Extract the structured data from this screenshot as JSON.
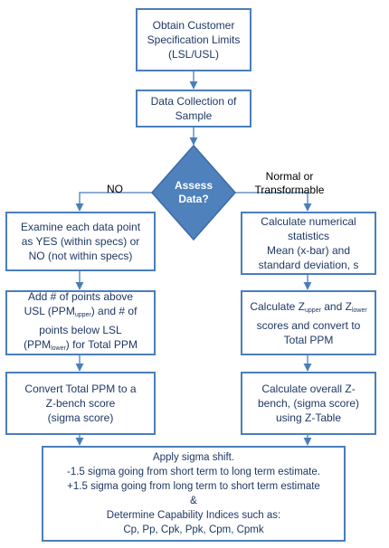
{
  "nodes": {
    "obtain_limits": [
      "Obtain Customer",
      "Specification Limits",
      "(LSL/USL)"
    ],
    "data_collection": [
      "Data Collection of",
      "Sample"
    ],
    "assess_data": [
      "Assess",
      "Data?"
    ],
    "examine_points": [
      "Examine each data point",
      "as YES (within specs) or",
      "NO (not within specs)"
    ],
    "calc_stats": [
      "Calculate numerical",
      "statistics",
      "Mean (x-bar) and",
      "standard deviation, s"
    ],
    "add_points": {
      "line1": "Add # of points above",
      "line2_pre": "USL (PPM",
      "line2_sub": "upper",
      "line2_post": ") and # of",
      "line3": "points below LSL",
      "line4_pre": "(PPM",
      "line4_sub": "lower",
      "line4_post": ") for Total PPM"
    },
    "calc_z": {
      "line1_pre": "Calculate Z",
      "line1_sub1": "upper",
      "line1_mid": " and Z",
      "line1_sub2": "lower",
      "line2": "scores and convert to",
      "line3": "Total PPM"
    },
    "convert_ppm": [
      "Convert Total PPM to a",
      "Z-bench score",
      "(sigma score)"
    ],
    "overall_z": [
      "Calculate overall Z-",
      "bench, (sigma score)",
      "using Z-Table"
    ],
    "sigma_shift": [
      "Apply  sigma shift.",
      "-1.5 sigma going from short term to long term estimate.",
      "+1.5 sigma going from long term to short term estimate",
      "&",
      "Determine Capability Indices such as:",
      "Cp, Pp, Cpk, Ppk,  Cpm, Cpmk"
    ]
  },
  "edge_labels": {
    "no": "NO",
    "normal_line1": "Normal or",
    "normal_line2": "Transformable"
  },
  "colors": {
    "box_border": "#4a7ebb",
    "text": "#1f3864",
    "arrow": "#4a7ebb",
    "diamond_fill": "#4f81bd",
    "diamond_stroke": "#3a6aa8"
  }
}
